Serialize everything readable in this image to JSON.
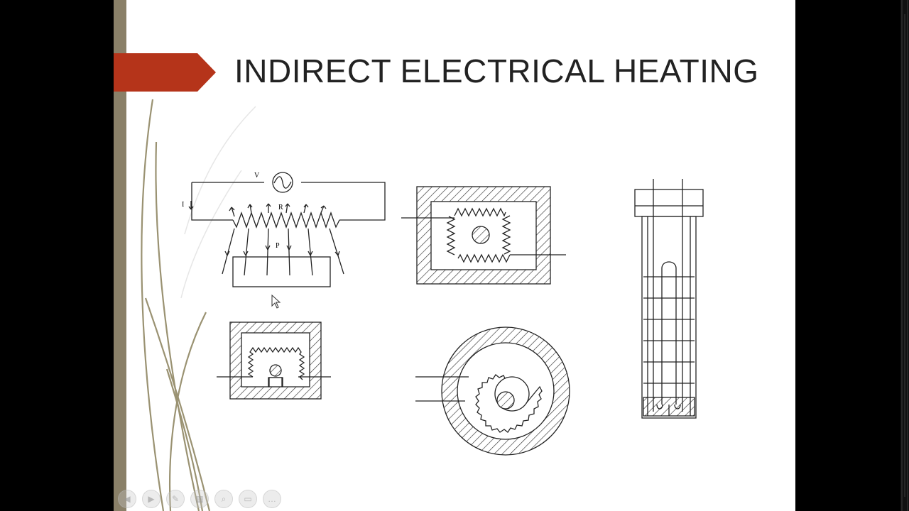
{
  "slide": {
    "title": "INDIRECT ELECTRICAL HEATING",
    "accent_color": "#b5341a",
    "sidebar_color": "#8a8068"
  },
  "diagram_labels": {
    "voltage": "V",
    "current": "I",
    "resistance": "R",
    "power": "P"
  },
  "controls": [
    {
      "icon": "previous-icon",
      "glyph": "◀"
    },
    {
      "icon": "next-icon",
      "glyph": "▶"
    },
    {
      "icon": "pen-icon",
      "glyph": "✎"
    },
    {
      "icon": "slides-icon",
      "glyph": "▦"
    },
    {
      "icon": "zoom-icon",
      "glyph": "⌕"
    },
    {
      "icon": "subtitles-icon",
      "glyph": "▭"
    },
    {
      "icon": "more-icon",
      "glyph": "…"
    }
  ]
}
